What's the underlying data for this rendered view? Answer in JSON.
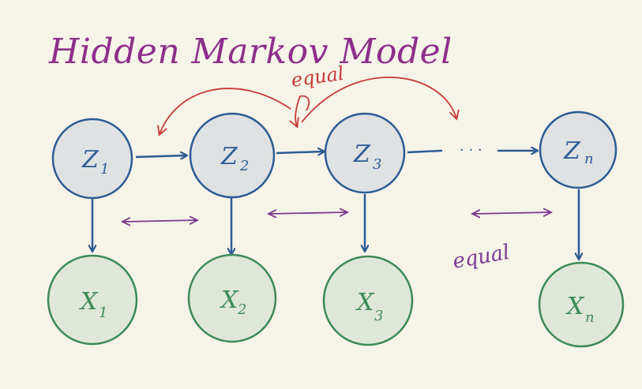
{
  "title": "Hidden Markov Model",
  "colors": {
    "background": "#f6f3e9",
    "hidden_stroke": "#2d5b93",
    "hidden_fill": "#dfe2e3",
    "observed_stroke": "#3d8a55",
    "observed_fill": "#dfe8d8",
    "title": "#8d2f8a",
    "equal_red": "#c43a36",
    "equal_purple": "#7b3a8e"
  },
  "hidden_nodes": [
    {
      "letter": "Z",
      "sub": "1"
    },
    {
      "letter": "Z",
      "sub": "2"
    },
    {
      "letter": "Z",
      "sub": "3"
    },
    {
      "letter": "Z",
      "sub": "n"
    }
  ],
  "observed_nodes": [
    {
      "letter": "X",
      "sub": "1"
    },
    {
      "letter": "X",
      "sub": "2"
    },
    {
      "letter": "X",
      "sub": "3"
    },
    {
      "letter": "X",
      "sub": "n"
    }
  ],
  "ellipsis": "· · ·",
  "annotations": {
    "equal_top": "equal",
    "equal_bottom": "equal"
  }
}
